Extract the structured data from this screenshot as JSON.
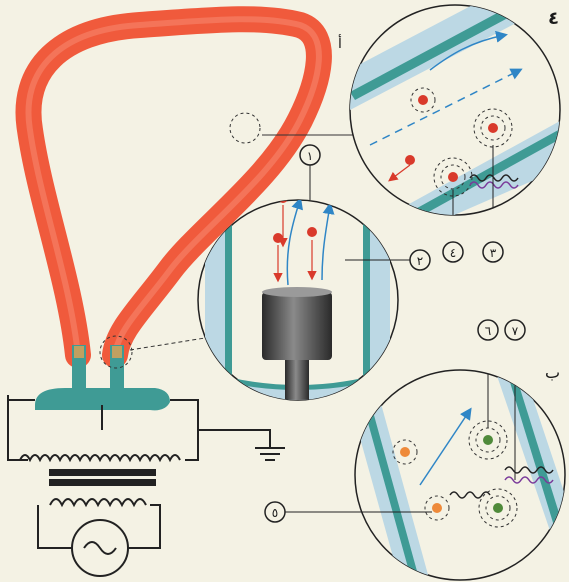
{
  "panel_labels": {
    "top_right_circle": "٤",
    "bottom_right_circle": "ب",
    "tube_arc": "أ"
  },
  "callouts": {
    "c1": "١",
    "c2": "٢",
    "c3": "٣",
    "c4": "٤",
    "c5": "٥",
    "c6": "٦",
    "c7": "٧"
  },
  "colors": {
    "tube": "#f05a3c",
    "glass": "#bcd8e4",
    "glass_edge": "#3f9b95",
    "particle_red": "#d93a2b",
    "particle_orange": "#ee8a3a",
    "particle_green": "#4f8a3a",
    "arrow_blue": "#2f86c6",
    "background": "#f4f2e4"
  }
}
